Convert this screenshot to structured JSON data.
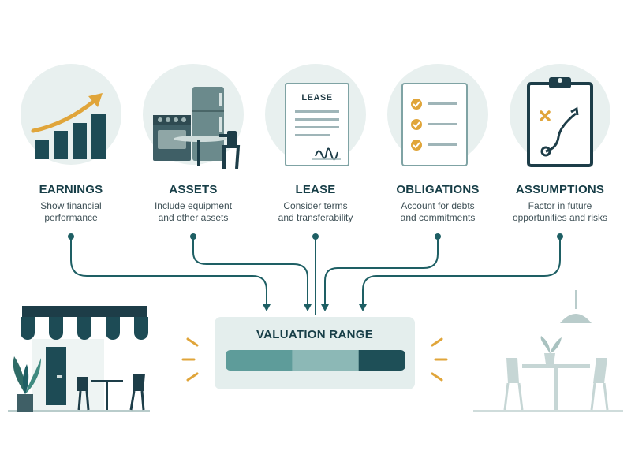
{
  "colors": {
    "teal_dark": "#1e5f64",
    "teal_light": "#5e9c9a",
    "accent_gold": "#e0a53a",
    "circle_bg": "#e8f0ef",
    "navy": "#1d3d48"
  },
  "factors": [
    {
      "title": "EARNINGS",
      "desc_line1": "Show financial",
      "desc_line2": "performance",
      "icon": "growth-chart-icon"
    },
    {
      "title": "ASSETS",
      "desc_line1": "Include equipment",
      "desc_line2": "and other assets",
      "icon": "kitchen-equipment-icon"
    },
    {
      "title": "LEASE",
      "desc_line1": "Consider terms",
      "desc_line2": "and transferability",
      "icon": "lease-document-icon"
    },
    {
      "title": "OBLIGATIONS",
      "desc_line1": "Account for debts",
      "desc_line2": "and commitments",
      "icon": "checklist-icon"
    },
    {
      "title": "ASSUMPTIONS",
      "desc_line1": "Factor in future",
      "desc_line2": "opportunities and risks",
      "icon": "strategy-clipboard-icon"
    }
  ],
  "lease_doc_label": "LEASE",
  "valuation": {
    "title": "VALUATION RANGE",
    "segments": [
      0.37,
      0.37,
      0.26
    ]
  }
}
